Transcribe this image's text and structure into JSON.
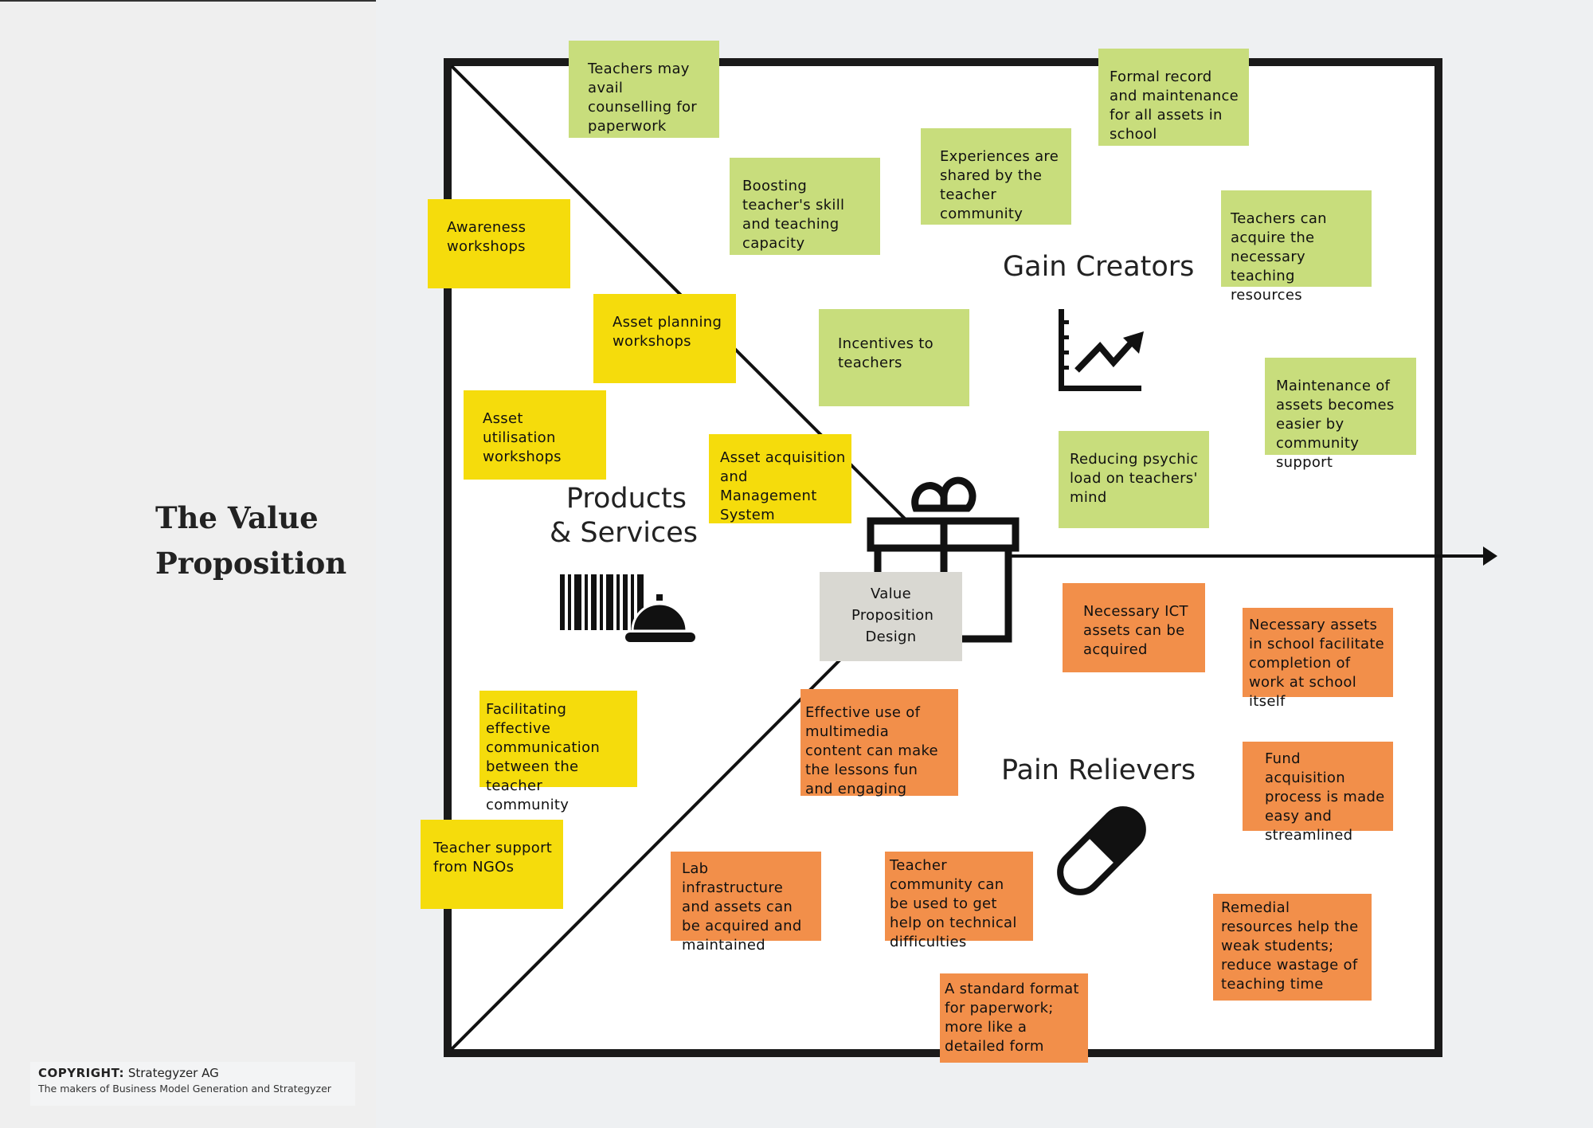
{
  "title": "The Value Proposition",
  "copyright": {
    "label": "COPYRIGHT:",
    "owner": "Strategyzer AG",
    "tagline": "The makers of Business Model Generation and Strategyzer"
  },
  "sections": {
    "gain_creators": "Gain Creators",
    "pain_relievers": "Pain Relievers",
    "products_line1": "Products",
    "products_line2": "& Services"
  },
  "center_note": "Value Proposition Design",
  "gain_creators": [
    "Teachers may avail counselling for paperwork",
    "Formal record and maintenance for all assets in school",
    "Experiences are shared by the teacher community",
    "Boosting teacher's skill and teaching capacity",
    "Teachers can acquire the necessary teaching resources",
    "Incentives to teachers",
    "Maintenance of assets becomes easier by community support",
    "Reducing psychic load on teachers' mind"
  ],
  "products_services": [
    "Awareness workshops",
    "Asset planning workshops",
    "Asset utilisation workshops",
    "Asset acquisition and Management System",
    "Facilitating effective communication between the teacher community",
    "Teacher support from NGOs"
  ],
  "pain_relievers": [
    "Necessary ICT assets can be acquired",
    "Necessary assets in school facilitate completion of work at school itself",
    "Effective use of multimedia content can make the lessons fun and engaging",
    "Fund acquisition process is made easy and streamlined",
    "Lab infrastructure and assets can be acquired and maintained",
    "Teacher community can be used to get help on technical difficulties",
    "Remedial resources help the weak students; reduce wastage of teaching time",
    "A standard format for paperwork; more like a detailed form"
  ],
  "colors": {
    "gain": "#c8dd7c",
    "product": "#f5dc0c",
    "pain": "#f28f4a",
    "center": "#d9d8d2"
  }
}
